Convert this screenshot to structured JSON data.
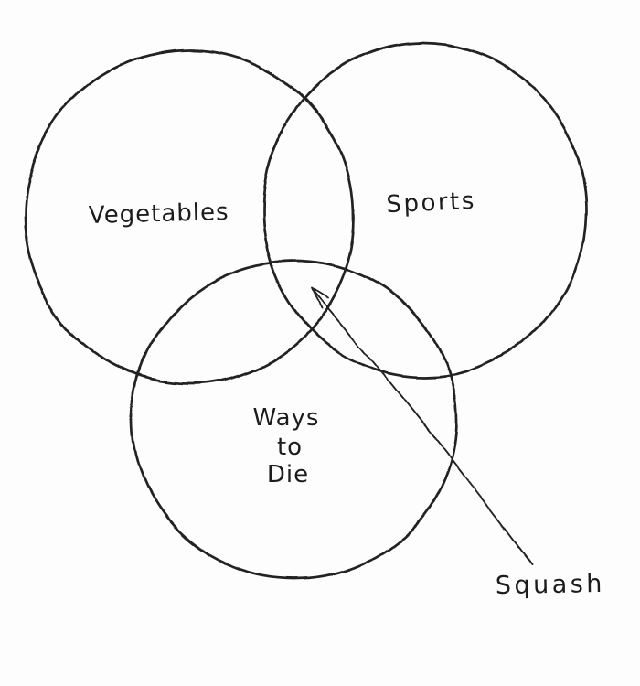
{
  "diagram": {
    "type": "venn",
    "style": "hand-drawn",
    "ink_color": "#202020",
    "background_color": "#fdfdfd",
    "circles": [
      {
        "id": "vegetables",
        "label": "Vegetables"
      },
      {
        "id": "sports",
        "label": "Sports"
      },
      {
        "id": "ways_to_die",
        "label_lines": [
          "Ways",
          "to",
          "Die"
        ]
      }
    ],
    "annotation": {
      "label": "Squash"
    }
  }
}
